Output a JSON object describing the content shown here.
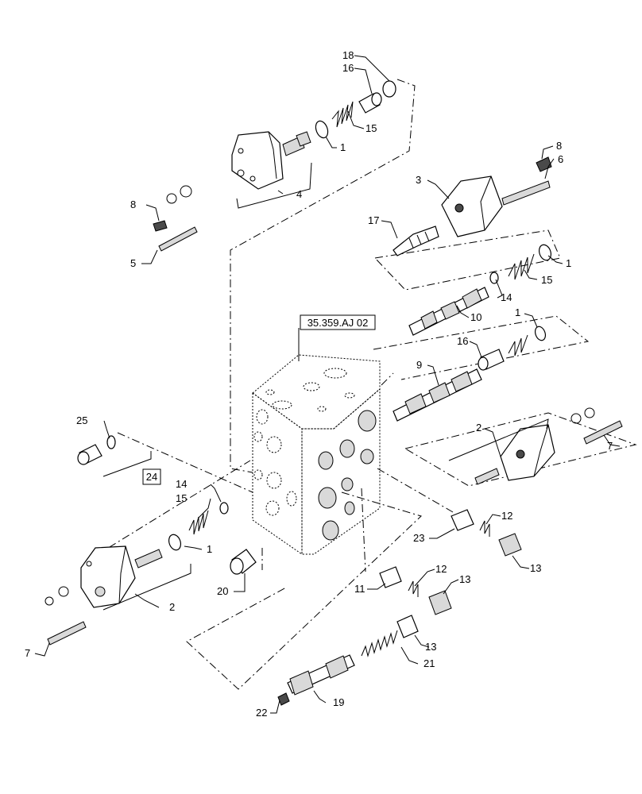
{
  "reference_label": "35.359.AJ 02",
  "boxed_callout": "24",
  "callouts": [
    {
      "id": "c18a",
      "text": "18"
    },
    {
      "id": "c16a",
      "text": "16"
    },
    {
      "id": "c15a",
      "text": "15"
    },
    {
      "id": "c1a",
      "text": "1"
    },
    {
      "id": "c4",
      "text": "4"
    },
    {
      "id": "c8a",
      "text": "8"
    },
    {
      "id": "c5",
      "text": "5"
    },
    {
      "id": "c8b",
      "text": "8"
    },
    {
      "id": "c6",
      "text": "6"
    },
    {
      "id": "c3",
      "text": "3"
    },
    {
      "id": "c17",
      "text": "17"
    },
    {
      "id": "c1b",
      "text": "1"
    },
    {
      "id": "c15b",
      "text": "15"
    },
    {
      "id": "c14a",
      "text": "14"
    },
    {
      "id": "c10",
      "text": "10"
    },
    {
      "id": "c1c",
      "text": "1"
    },
    {
      "id": "c16b",
      "text": "16"
    },
    {
      "id": "c9",
      "text": "9"
    },
    {
      "id": "c2a",
      "text": "2"
    },
    {
      "id": "c7a",
      "text": "7"
    },
    {
      "id": "c25",
      "text": "25"
    },
    {
      "id": "c14b",
      "text": "14"
    },
    {
      "id": "c15c",
      "text": "15"
    },
    {
      "id": "c1d",
      "text": "1"
    },
    {
      "id": "c2b",
      "text": "2"
    },
    {
      "id": "c7b",
      "text": "7"
    },
    {
      "id": "c20",
      "text": "20"
    },
    {
      "id": "c23",
      "text": "23"
    },
    {
      "id": "c12a",
      "text": "12"
    },
    {
      "id": "c13a",
      "text": "13"
    },
    {
      "id": "c11",
      "text": "11"
    },
    {
      "id": "c12b",
      "text": "12"
    },
    {
      "id": "c13b",
      "text": "13"
    },
    {
      "id": "c13c",
      "text": "13"
    },
    {
      "id": "c21",
      "text": "21"
    },
    {
      "id": "c19",
      "text": "19"
    },
    {
      "id": "c22",
      "text": "22"
    }
  ]
}
